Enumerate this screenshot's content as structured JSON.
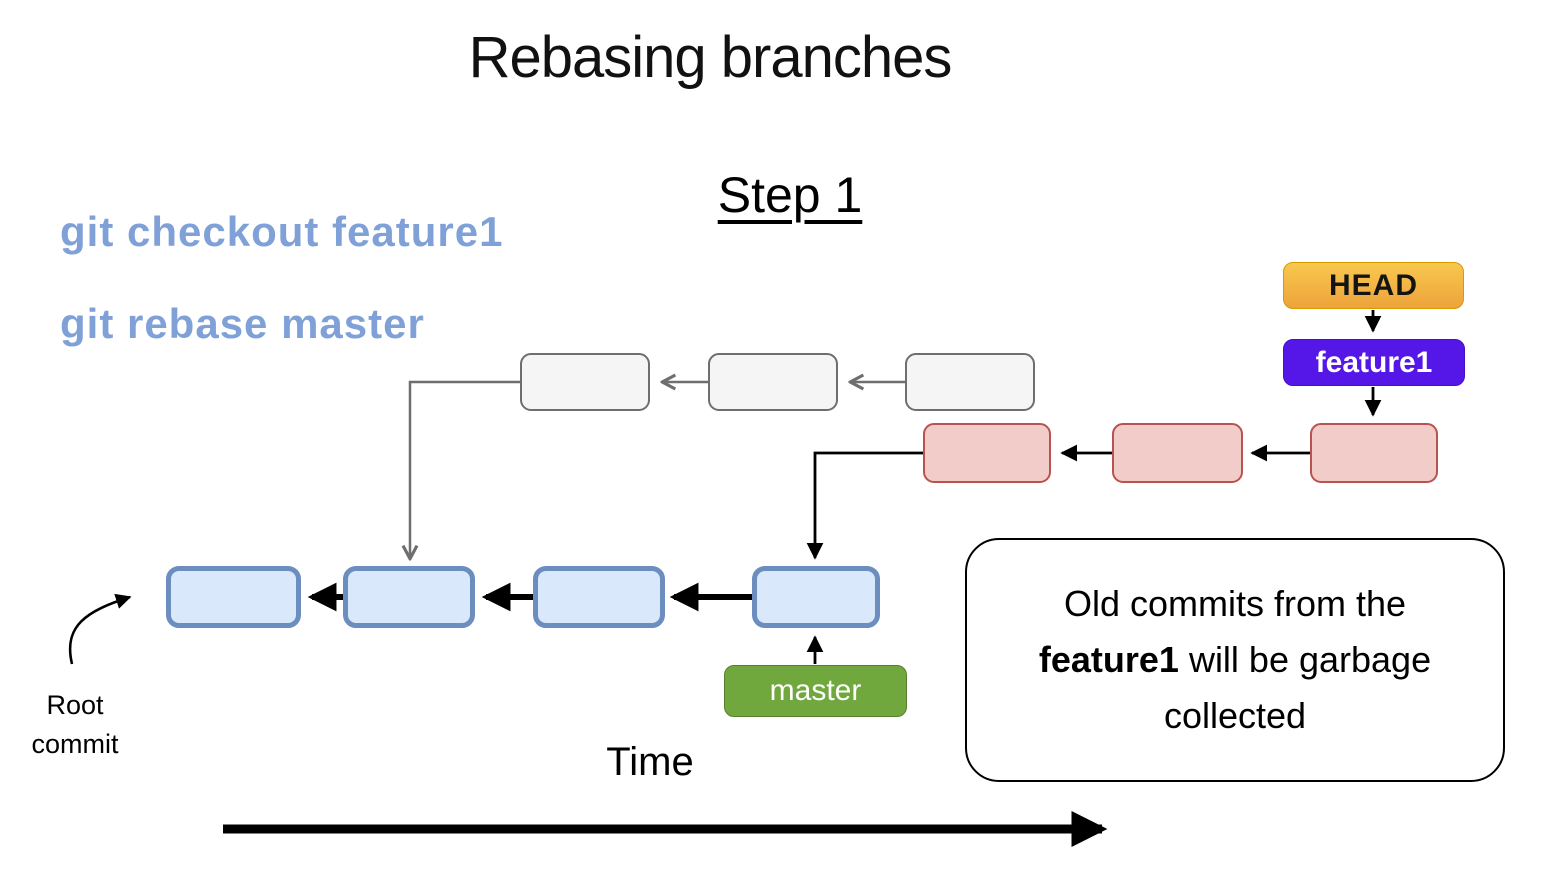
{
  "title": "Rebasing branches",
  "step_heading": "Step 1",
  "commands": {
    "line1": "git checkout feature1",
    "line2": "git rebase master"
  },
  "tags": {
    "head": "HEAD",
    "feature1": "feature1",
    "master": "master"
  },
  "annotations": {
    "root_commit": "Root commit",
    "time": "Time"
  },
  "callout": {
    "before": "Old commits from the ",
    "bold": "feature1",
    "after": " will be garbage collected"
  },
  "diagram": {
    "master_branch_commit_count": 4,
    "old_feature1_commit_count": 3,
    "new_feature1_commit_count": 3,
    "head_points_to": "feature1",
    "feature1_points_to": "newest rebased commit",
    "master_points_to": "4th master commit",
    "old_commits_base": "2nd master commit",
    "new_commits_base": "4th master commit"
  },
  "colors": {
    "command_text": "#7FA1D8",
    "master_commit_fill": "#DAE8FC",
    "master_commit_border": "#6C8EBF",
    "old_commit_fill": "#F5F5F5",
    "old_commit_border": "#6E6E6E",
    "new_commit_fill": "#F1CCC9",
    "new_commit_border": "#B85450",
    "head_fill_top": "#F8C84E",
    "head_fill_bottom": "#EDA33B",
    "head_border": "#D79B00",
    "feature1_fill": "#5517E8",
    "feature1_border": "#4310C2",
    "master_label_fill": "#70A83D",
    "master_label_border": "#587F2F"
  }
}
